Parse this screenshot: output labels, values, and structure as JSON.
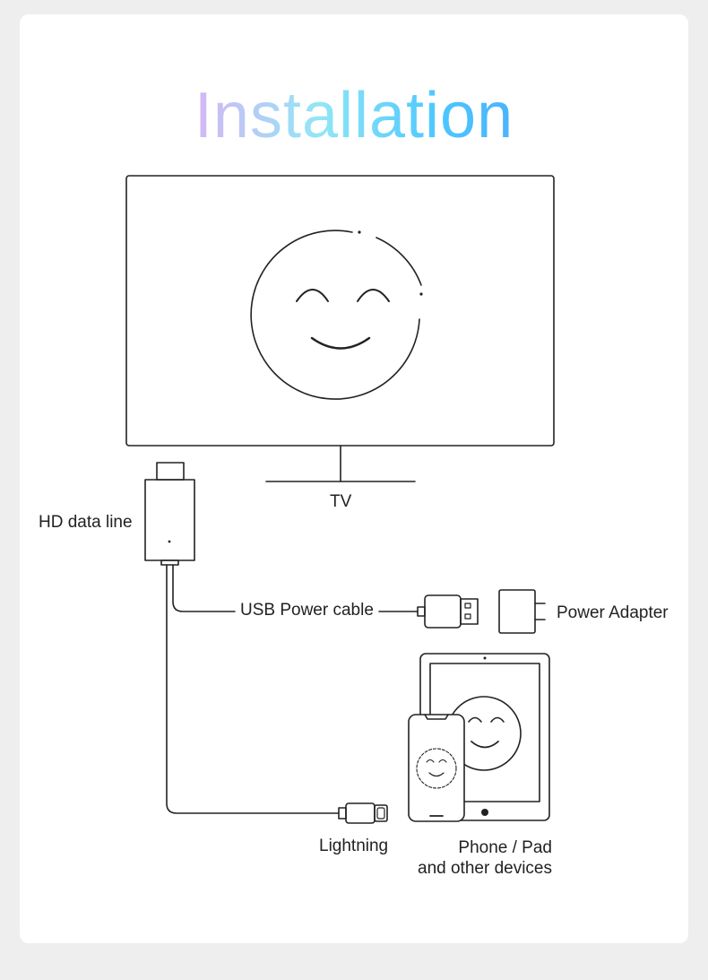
{
  "title": "Installation",
  "labels": {
    "tv": "TV",
    "hd_data_line": "HD data line",
    "usb_power_cable": "USB Power cable",
    "power_adapter": "Power Adapter",
    "lightning": "Lightning",
    "devices_line1": "Phone / Pad",
    "devices_line2": "and other devices"
  },
  "colors": {
    "line": "#222222",
    "title_gradient": [
      "#e15cf0",
      "#e9a8f5",
      "#92e6f5",
      "#4cc7ff",
      "#4a7ff5"
    ]
  }
}
